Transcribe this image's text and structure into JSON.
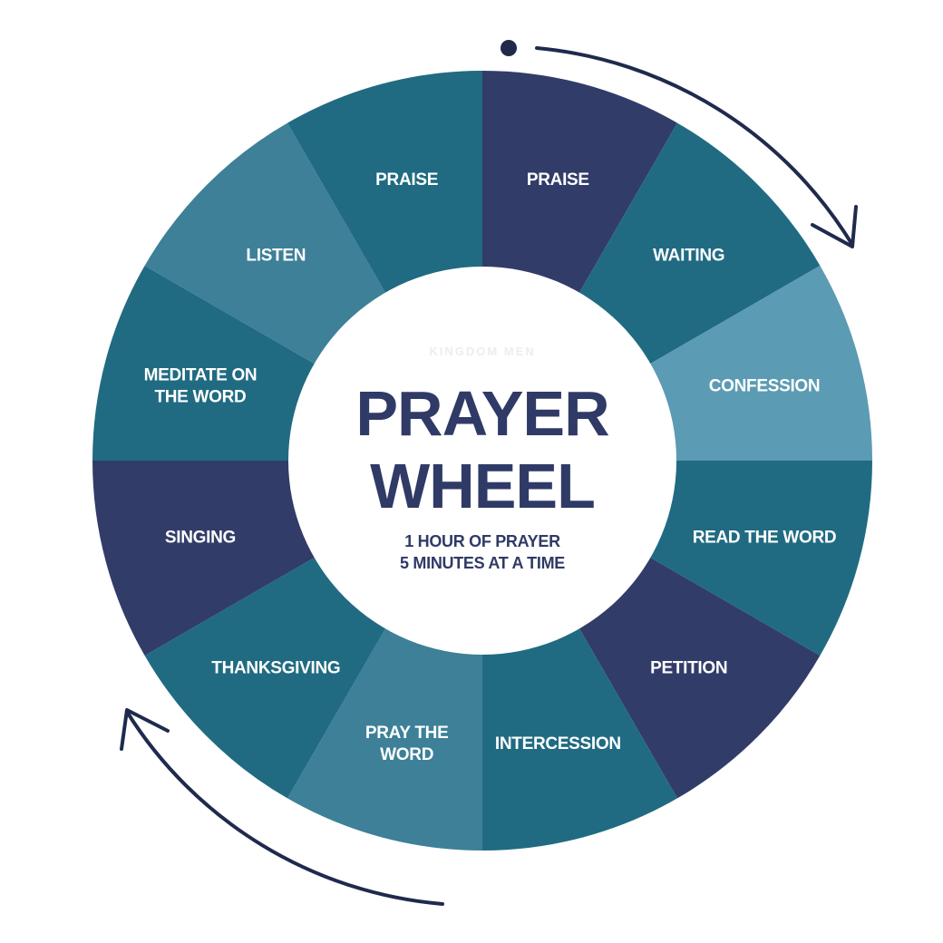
{
  "wheel": {
    "segments": [
      {
        "label": "PRAISE",
        "color": "#323c69"
      },
      {
        "label": "WAITING",
        "color": "#206b82"
      },
      {
        "label": "CONFESSION",
        "color": "#5b9bb3"
      },
      {
        "label": "READ THE WORD",
        "color": "#206b82"
      },
      {
        "label": "PETITION",
        "color": "#323c69"
      },
      {
        "label": "INTERCESSION",
        "color": "#206b82"
      },
      {
        "label": "PRAY THE WORD",
        "color": "#3d8098"
      },
      {
        "label": "THANKSGIVING",
        "color": "#206b82"
      },
      {
        "label": "SINGING",
        "color": "#323c69"
      },
      {
        "label": "MEDITATE ON THE WORD",
        "color": "#206b82"
      },
      {
        "label": "LISTEN",
        "color": "#3d8098"
      },
      {
        "label": "PRAISE",
        "color": "#206b82"
      }
    ]
  },
  "center": {
    "watermark": "KINGDOM MEN",
    "title_line1": "PRAYER",
    "title_line2": "WHEEL",
    "subtitle_line1": "1 HOUR OF PRAYER",
    "subtitle_line2": "5 MINUTES AT A TIME"
  },
  "colors": {
    "arrow": "#1f2a4d",
    "title": "#2f3a66",
    "center_fill": "#ffffff"
  }
}
